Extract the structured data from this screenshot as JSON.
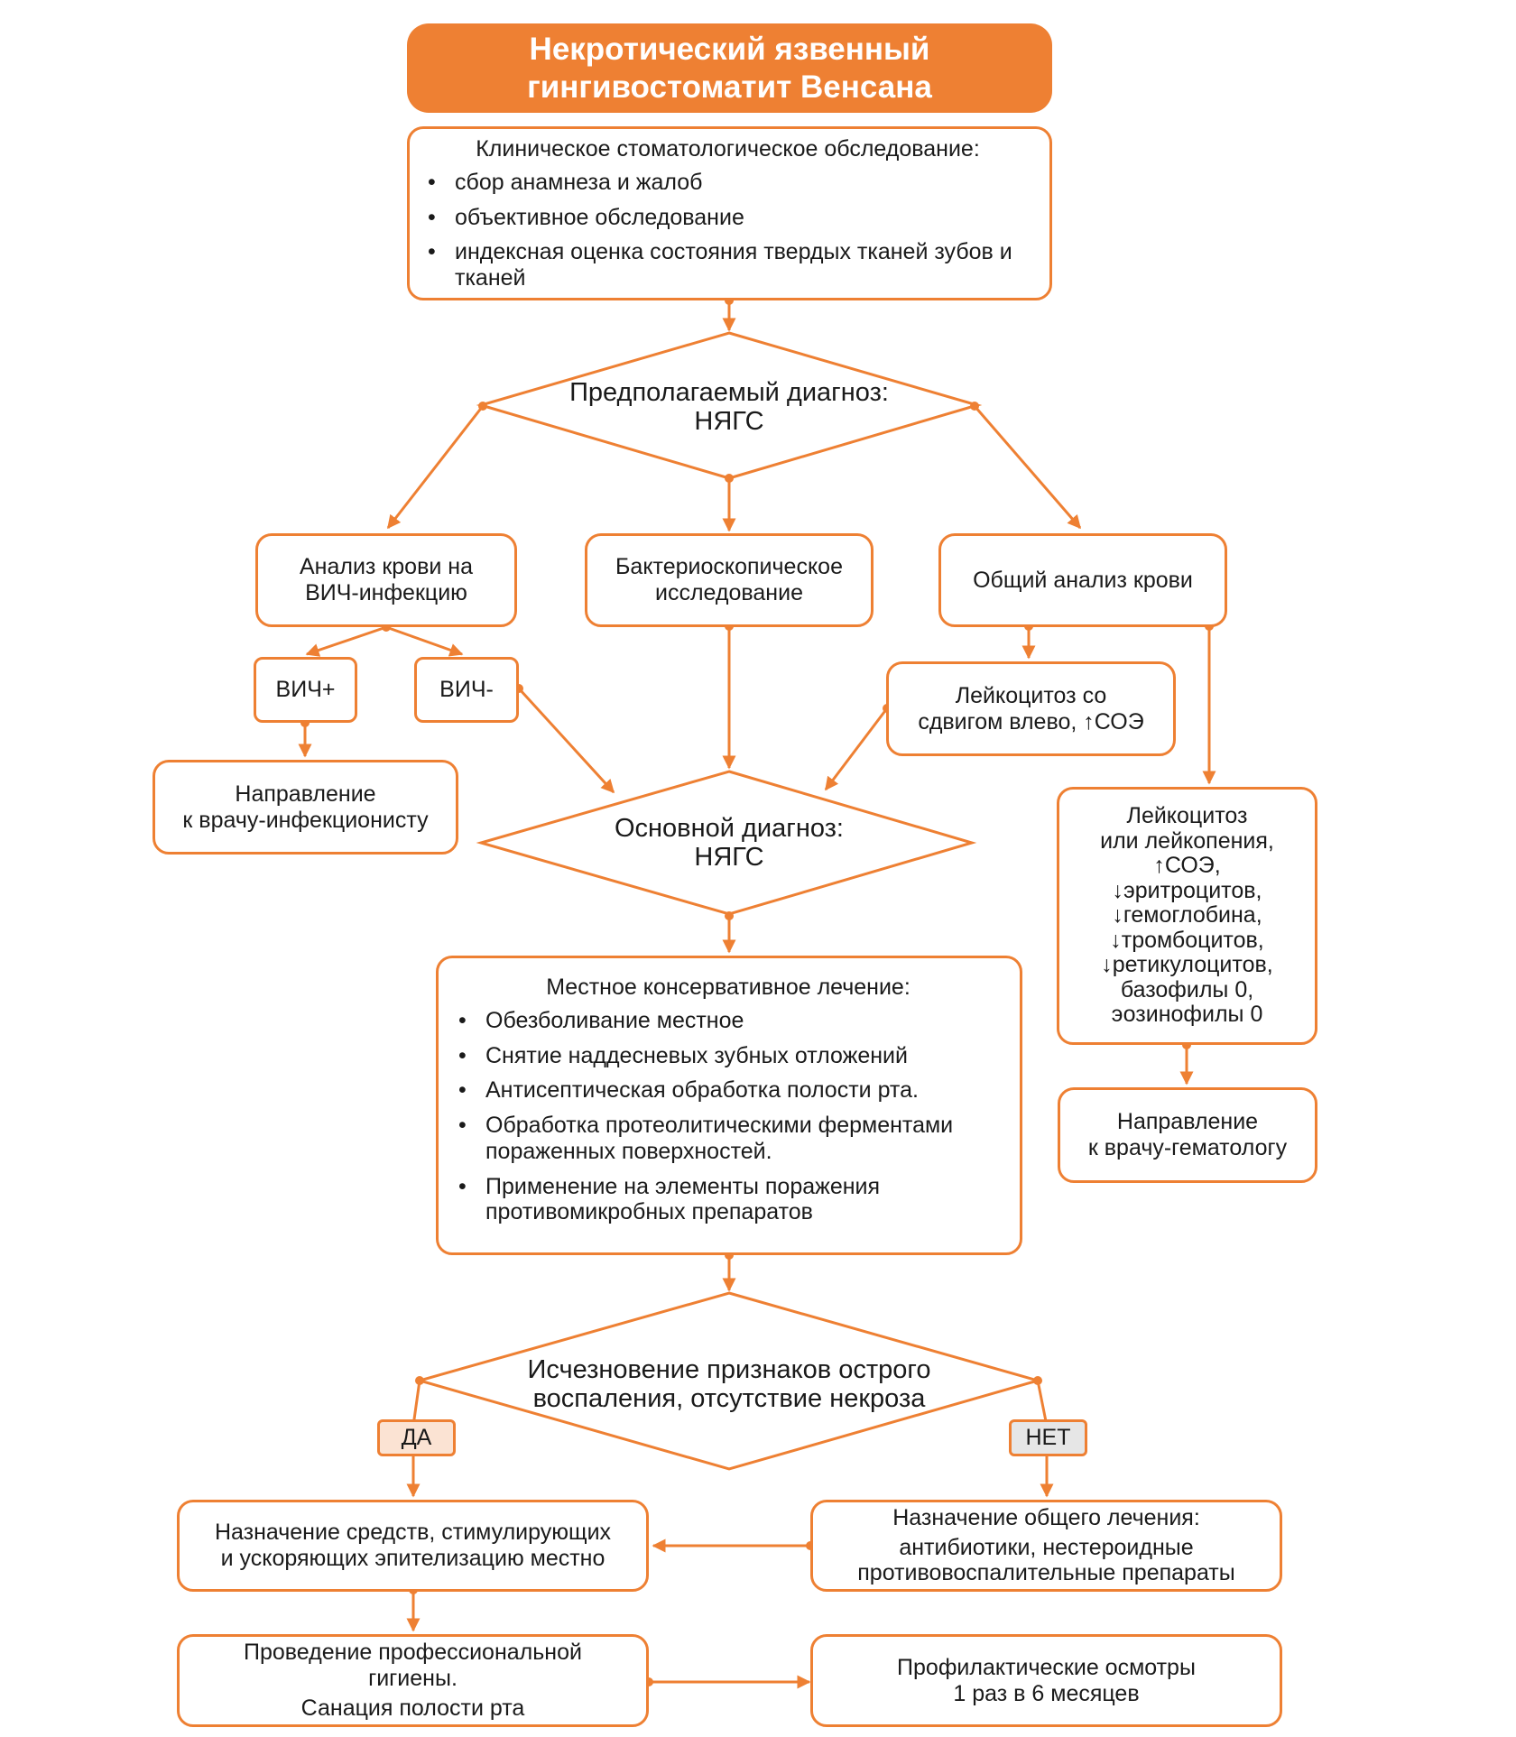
{
  "title": {
    "line1": "Некротический язвенный",
    "line2": "гингивостоматит Венсана"
  },
  "exam": {
    "heading": "Клиническое стоматологическое обследование:",
    "items": [
      "сбор анамнеза и жалоб",
      "объективное обследование",
      "индексная оценка состояния твердых тканей зубов и тканей"
    ]
  },
  "presumed_diagnosis": {
    "line1": "Предполагаемый диагноз:",
    "line2": "НЯГС"
  },
  "hiv_test": {
    "line1": "Анализ крови на",
    "line2": "ВИЧ-инфекцию"
  },
  "bacterioscopy": {
    "line1": "Бактериоскопическое",
    "line2": "исследование"
  },
  "blood_test": {
    "label": "Общий анализ крови"
  },
  "hiv_plus": {
    "label": "ВИЧ+"
  },
  "hiv_minus": {
    "label": "ВИЧ-"
  },
  "infectionist": {
    "line1": "Направление",
    "line2": "к врачу-инфекционисту"
  },
  "leukocytosis_shift": {
    "line1": "Лейкоцитоз со",
    "line2": "сдвигом влево, ↑СОЭ"
  },
  "main_diagnosis": {
    "line1": "Основной диагноз:",
    "line2": "НЯГС"
  },
  "blood_findings": {
    "lines": [
      "Лейкоцитоз",
      "или лейкопения,",
      "↑СОЭ,",
      "↓эритроцитов,",
      "↓гемоглобина,",
      "↓тромбоцитов,",
      "↓ретикулоцитов,",
      "базофилы 0,",
      "эозинофилы 0"
    ]
  },
  "hematologist": {
    "line1": "Направление",
    "line2": "к врачу-гематологу"
  },
  "local_treatment": {
    "heading": "Местное консервативное лечение:",
    "items": [
      "Обезболивание местное",
      "Снятие наддесневых зубных отложений",
      "Антисептическая обработка полости рта.",
      "Обработка протеолитическими ферментами пораженных поверхностей.",
      "Применение на элементы поражения противомикробных препаратов"
    ]
  },
  "resolution_check": {
    "line1": "Исчезновение признаков острого",
    "line2": "воспаления, отсутствие некроза"
  },
  "yes_tag": {
    "label": "ДА",
    "color": "#fbe3d3"
  },
  "no_tag": {
    "label": "НЕТ",
    "color": "#e6e6e6"
  },
  "epithelization": {
    "line1": "Назначение средств, стимулирующих",
    "line2": "и ускоряющих эпителизацию местно"
  },
  "general_treatment": {
    "line1": "Назначение общего лечения:",
    "line2": "антибиотики, нестероидные",
    "line3": "противовоспалительные препараты"
  },
  "hygiene": {
    "line1": "Проведение профессиональной",
    "line2": "гигиены.",
    "line3": "Санация полости рта"
  },
  "checkups": {
    "line1": "Профилактические осмотры",
    "line2": "1 раз в 6 месяцев"
  },
  "colors": {
    "accent": "#ee8033",
    "text": "#1a1a1a",
    "background": "#ffffff"
  }
}
